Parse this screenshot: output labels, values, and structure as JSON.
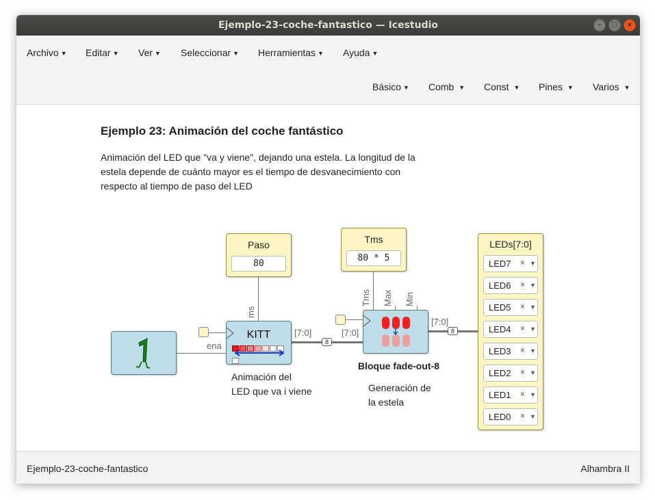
{
  "window": {
    "title": "Ejemplo-23-coche-fantastico — Icestudio"
  },
  "menu": {
    "row1": [
      "Archivo",
      "Editar",
      "Ver",
      "Seleccionar",
      "Herramientas",
      "Ayuda"
    ],
    "row2": [
      "Básico",
      "Comb",
      "Const",
      "Pines",
      "Varios"
    ]
  },
  "doc": {
    "heading": "Ejemplo 23: Animación del coche fantástico",
    "description": "Animación del LED que \"va y viene\", dejando una estela. La longitud de la estela depende de cuánto mayor es el tiempo de desvanecimiento con respecto al tiempo de paso del LED"
  },
  "diagram": {
    "paso": {
      "title": "Paso",
      "value": "80",
      "port": "ms"
    },
    "tms": {
      "title": "Tms",
      "value": "80 * 5",
      "ports": [
        "Tms",
        "Max",
        "Min"
      ]
    },
    "kitt": {
      "title": "KITT",
      "enable": "ena",
      "bus_label": "[7:0]",
      "caption_1": "Animación del",
      "caption_2": "LED que va i viene"
    },
    "fade": {
      "name": "Bloque fade-out-8",
      "in_label": "[7:0]",
      "out_label": "[7:0]",
      "caption_1": "Generación de",
      "caption_2": "la estela"
    },
    "bus_width": "8",
    "leds": {
      "title": "LEDs[7:0]",
      "items": [
        "LED7",
        "LED6",
        "LED5",
        "LED4",
        "LED3",
        "LED2",
        "LED1",
        "LED0"
      ],
      "remove_glyph": "×",
      "dropdown_glyph": "▼"
    }
  },
  "status": {
    "left": "Ejemplo-23-coche-fantastico",
    "right": "Alhambra II"
  },
  "colors": {
    "titlebar": "#3c3b37",
    "close_button": "#e9541f",
    "block_blue": "#bfdde8",
    "block_yellow": "#fdf5c4"
  },
  "icons": [
    "close-icon",
    "maximize-icon",
    "minimize-icon",
    "chevron-down-icon",
    "one-icon",
    "leds-icon"
  ]
}
